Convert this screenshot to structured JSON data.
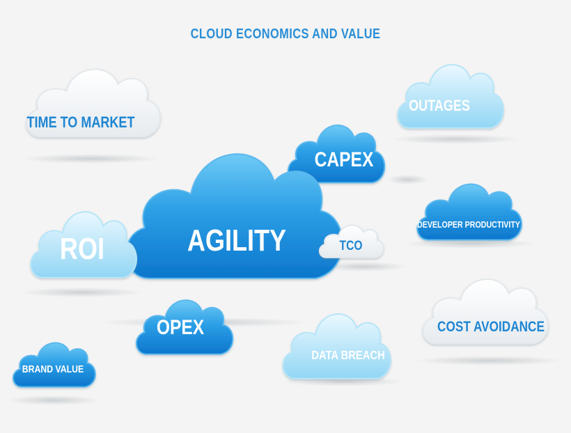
{
  "title": "CLOUD ECONOMICS AND VALUE",
  "colors": {
    "title": "#2a8fd6",
    "dark_blue_top": "#5cc0f2",
    "dark_blue_bottom": "#0f7ed3",
    "light_blue_top": "#e4f6ff",
    "light_blue_bottom": "#9fdcf6",
    "white_top": "#ffffff",
    "white_bottom": "#e9eef2",
    "label_on_dark": "#ffffff",
    "label_on_white": "#1f86d2"
  },
  "clouds": {
    "time_to_market": "TIME TO MARKET",
    "outages": "OUTAGES",
    "capex": "CAPEX",
    "agility": "AGILITY",
    "developer_productivity": "DEVELOPER PRODUCTIVITY",
    "roi": "ROI",
    "tco": "TCO",
    "cost_avoidance": "COST AVOIDANCE",
    "opex": "OPEX",
    "data_breach": "DATA BREACH",
    "brand_value": "BRAND VALUE"
  }
}
